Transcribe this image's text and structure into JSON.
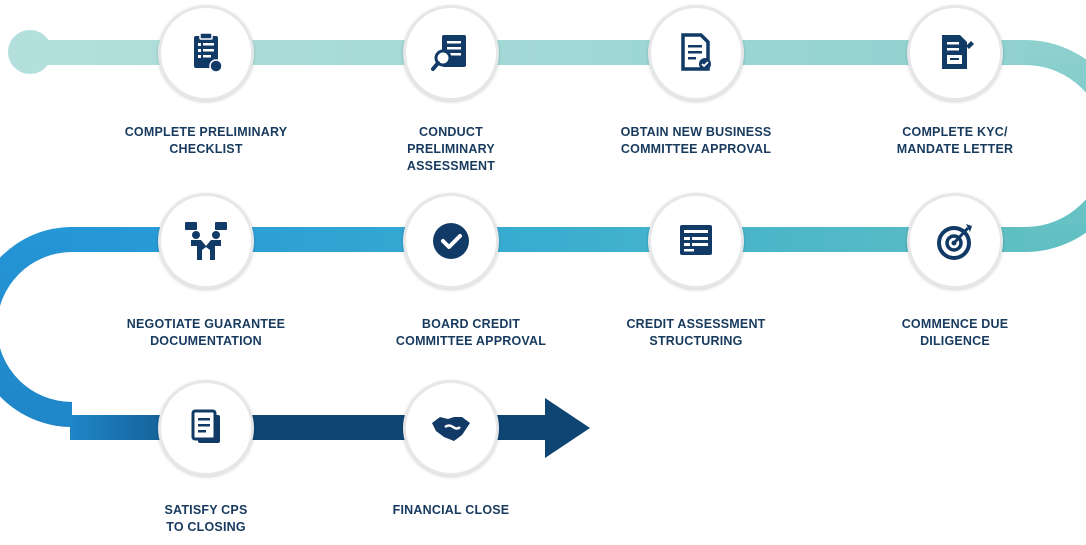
{
  "steps": [
    {
      "lines": [
        "COMPLETE PRELIMINARY",
        "CHECKLIST"
      ],
      "icon": "checklist-icon"
    },
    {
      "lines": [
        "CONDUCT",
        "PRELIMINARY",
        "ASSESSMENT"
      ],
      "icon": "document-magnifier-icon"
    },
    {
      "lines": [
        "OBTAIN NEW BUSINESS",
        "COMMITTEE APPROVAL"
      ],
      "icon": "approval-document-icon"
    },
    {
      "lines": [
        "COMPLETE KYC/",
        "MANDATE LETTER"
      ],
      "icon": "mandate-letter-icon"
    },
    {
      "lines": [
        "COMMENCE DUE",
        "DILIGENCE"
      ],
      "icon": "target-icon"
    },
    {
      "lines": [
        "CREDIT ASSESSMENT",
        "STRUCTURING"
      ],
      "icon": "credit-form-icon"
    },
    {
      "lines": [
        "BOARD CREDIT",
        "COMMITTEE APPROVAL"
      ],
      "icon": "check-badge-icon"
    },
    {
      "lines": [
        "NEGOTIATE GUARANTEE",
        "DOCUMENTATION"
      ],
      "icon": "negotiation-icon"
    },
    {
      "lines": [
        "SATISFY CPS",
        "TO CLOSING"
      ],
      "icon": "stacked-documents-icon"
    },
    {
      "lines": [
        "FINANCIAL CLOSE"
      ],
      "icon": "handshake-icon"
    }
  ],
  "colors": {
    "track_light": "#a9dcd8",
    "track_mid": "#6cc4c4",
    "track_blue": "#2d9fd9",
    "track_dark": "#0f4573",
    "icon": "#123a66",
    "text": "#173a5e"
  }
}
